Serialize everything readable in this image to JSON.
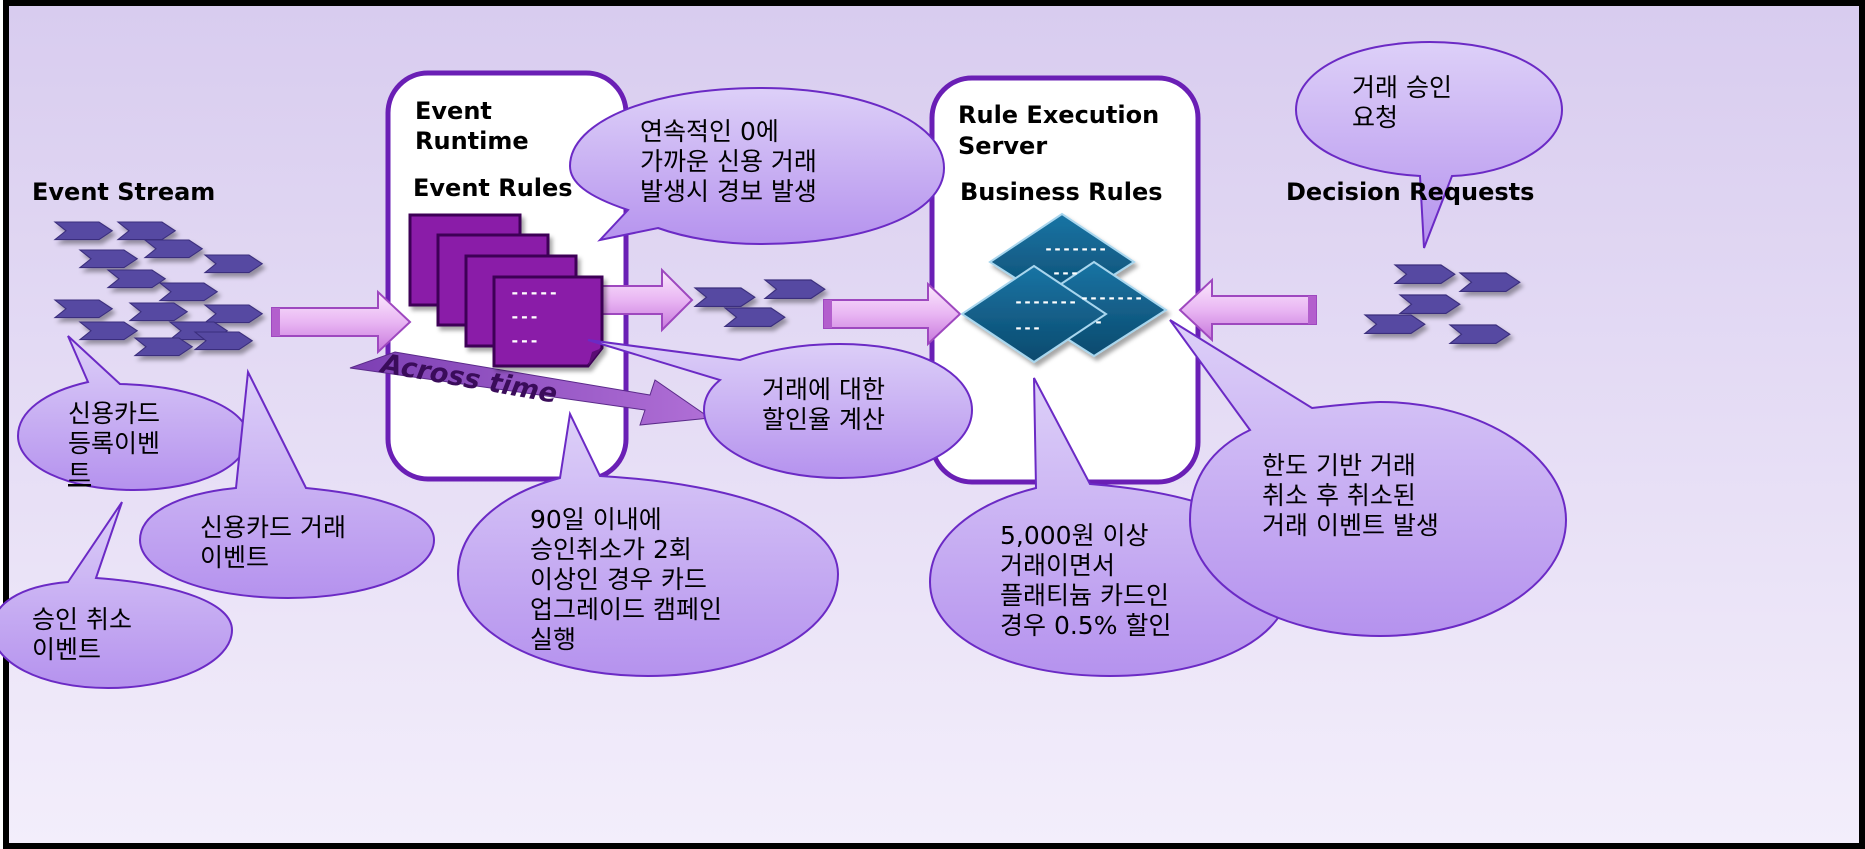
{
  "headings": {
    "event_stream": "Event Stream",
    "event_runtime_line1": "Event",
    "event_runtime_line2": "Runtime",
    "event_rules": "Event Rules",
    "res_line1": "Rule Execution",
    "res_line2": "Server",
    "business_rules": "Business Rules",
    "decision_requests": "Decision Requests",
    "across_time": "Across time"
  },
  "event_card_lines": [
    "-----",
    "---",
    "---"
  ],
  "business_rule_front_lines": [
    "-------",
    "---"
  ],
  "business_rule_back_lines": [
    "-------",
    "---"
  ],
  "business_rule_mid_lines": [
    "-------",
    "-"
  ],
  "callouts": {
    "card_registration": [
      "신용카드",
      "등록이벤",
      "트"
    ],
    "card_transaction": [
      "신용카드 거래",
      "이벤트"
    ],
    "approval_cancel": [
      "승인 취소",
      "이벤트"
    ],
    "consecutive_alert": [
      "연속적인 0에",
      "가까운 신용 거래",
      "발생시 경보 발생"
    ],
    "discount_calc": [
      "거래에 대한",
      "할인율 계산"
    ],
    "upgrade_campaign": [
      "90일 이내에",
      "승인취소가 2회",
      "이상인 경우 카드",
      "업그레이드 캠페인",
      "실행"
    ],
    "platinum_discount": [
      "5,000원 이상",
      "거래이면서",
      "플래티늄 카드인",
      "경우 0.5% 할인"
    ],
    "limit_cancel": [
      "한도 기반 거래",
      "취소 후 취소된",
      "거래 이벤트 발생"
    ],
    "approval_request": [
      "거래 승인",
      "요청"
    ]
  },
  "colors": {
    "background_top": "#d9cdf0",
    "background_bottom": "#f1ecfb",
    "frame_border": "#6a1fb5",
    "event_card": "#8a1aa8",
    "event_card_border": "#3d0057",
    "business_rule": "#0f5d86",
    "stream_shape": "#5b4ca0",
    "arrow_fill": "#e7b8f2",
    "bubble_fill": "#c4a5f0",
    "bubble_stroke": "#6b2ac5"
  }
}
